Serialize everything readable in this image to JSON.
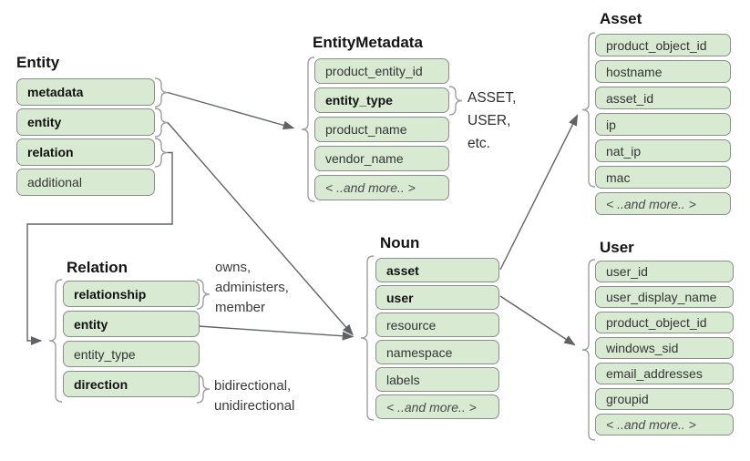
{
  "colors": {
    "row_fill": "#d9ead3",
    "row_border": "#888e8a",
    "connector": "#5f6368",
    "brace": "#9e9e9e",
    "background": "#ffffff"
  },
  "boxes": {
    "entity": {
      "title": "Entity",
      "rows": [
        {
          "label": "metadata"
        },
        {
          "label": "entity"
        },
        {
          "label": "relation"
        },
        {
          "label": "additional"
        }
      ]
    },
    "entity_metadata": {
      "title": "EntityMetadata",
      "rows": [
        {
          "label": "product_entity_id"
        },
        {
          "label": "entity_type"
        },
        {
          "label": "product_name"
        },
        {
          "label": "vendor_name"
        },
        {
          "label": "< ..and more.. >"
        }
      ]
    },
    "relation": {
      "title": "Relation",
      "rows": [
        {
          "label": "relationship"
        },
        {
          "label": "entity"
        },
        {
          "label": "entity_type"
        },
        {
          "label": "direction"
        }
      ]
    },
    "noun": {
      "title": "Noun",
      "rows": [
        {
          "label": "asset"
        },
        {
          "label": "user"
        },
        {
          "label": "resource"
        },
        {
          "label": "namespace"
        },
        {
          "label": "labels"
        },
        {
          "label": "< ..and more.. >"
        }
      ]
    },
    "asset": {
      "title": "Asset",
      "rows": [
        {
          "label": "product_object_id"
        },
        {
          "label": "hostname"
        },
        {
          "label": "asset_id"
        },
        {
          "label": "ip"
        },
        {
          "label": "nat_ip"
        },
        {
          "label": "mac"
        },
        {
          "label": "< ..and more.. >"
        }
      ]
    },
    "user": {
      "title": "User",
      "rows": [
        {
          "label": "user_id"
        },
        {
          "label": "user_display_name"
        },
        {
          "label": "product_object_id"
        },
        {
          "label": "windows_sid"
        },
        {
          "label": "email_addresses"
        },
        {
          "label": "groupid"
        },
        {
          "label": "< ..and more.. >"
        }
      ]
    }
  },
  "annotations": {
    "entity_type_values": "ASSET,\nUSER,\netc.",
    "relationship_values": "owns,\nadministers,\nmember",
    "direction_values": "bidirectional,\nunidirectional"
  }
}
